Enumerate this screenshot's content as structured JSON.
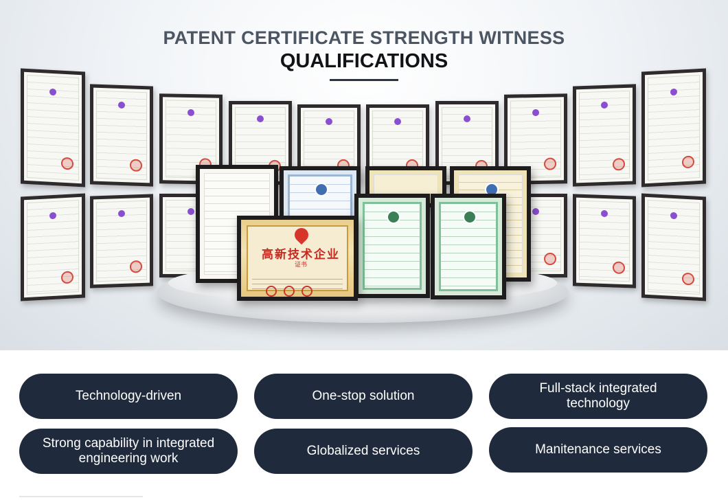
{
  "hero": {
    "title_line1": "PATENT CERTIFICATE STRENGTH WITNESS",
    "title_line2": "QUALIFICATIONS",
    "featured_certificate": {
      "title": "高新技术企业",
      "subtitle": "证书"
    }
  },
  "features": [
    {
      "label": "Technology-driven"
    },
    {
      "label": "One-stop solution"
    },
    {
      "label": "Full-stack integrated technology"
    },
    {
      "label": "Strong capability in integrated engineering work"
    },
    {
      "label": "Globalized services"
    },
    {
      "label": "Manitenance services"
    }
  ],
  "colors": {
    "pill_background": "#1f2a3c",
    "title_gray": "#4c5562",
    "title_dark": "#111316"
  }
}
